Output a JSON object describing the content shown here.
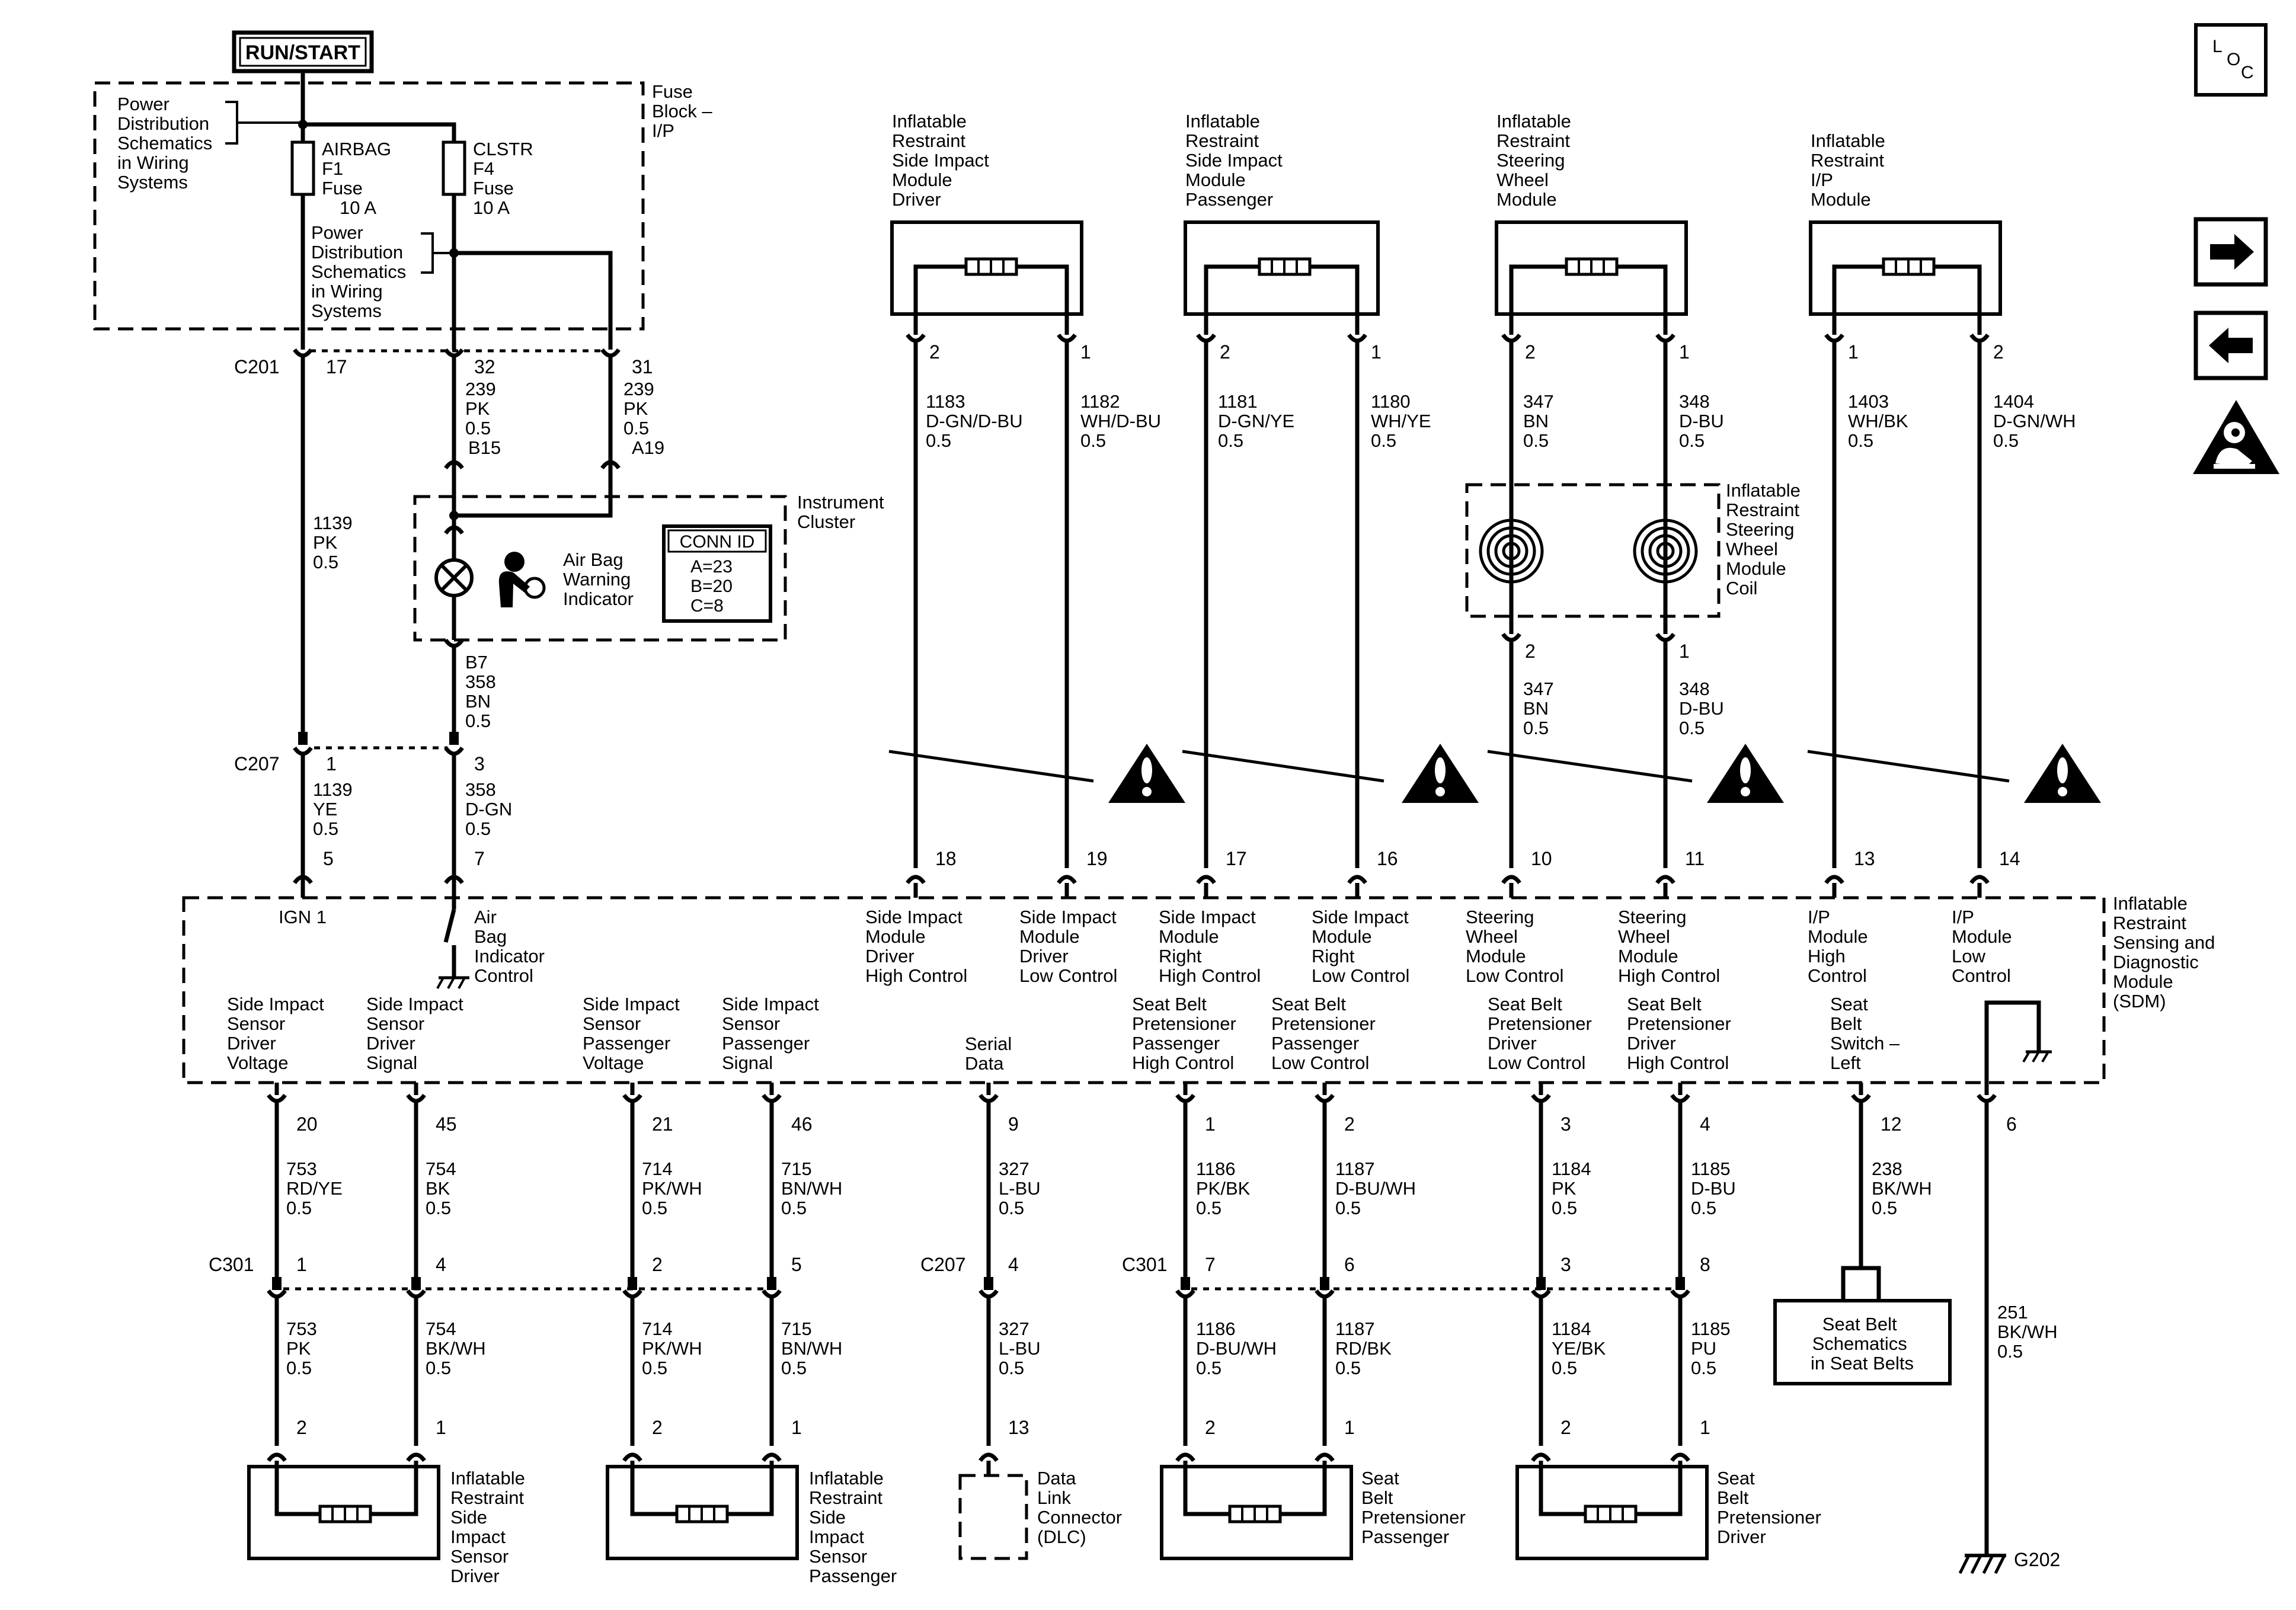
{
  "power": {
    "run_start": "RUN/START",
    "pds_note_1": [
      "Power",
      "Distribution",
      "Schematics",
      "in Wiring",
      "Systems"
    ],
    "pds_note_2": [
      "Power",
      "Distribution",
      "Schematics",
      "in Wiring",
      "Systems"
    ],
    "fuse_block": [
      "Fuse",
      "Block –",
      "I/P"
    ],
    "fuse_airbag": [
      "AIRBAG",
      "F1",
      "Fuse",
      "10 A"
    ],
    "fuse_clstr": [
      "CLSTR",
      "F4",
      "Fuse",
      "10 A"
    ]
  },
  "connectors": {
    "c201": "C201",
    "c201_17": "17",
    "c201_32": "32",
    "c201_31": "31",
    "c207_top": "C207",
    "c207_1": "1",
    "c207_3": "3",
    "c301_left": "C301",
    "c301_right": "C301",
    "c207_bottom": "C207",
    "b15": "B15",
    "a19": "A19",
    "b7": "B7"
  },
  "wires": {
    "w239a": [
      "239",
      "PK",
      "0.5"
    ],
    "w239b": [
      "239",
      "PK",
      "0.5"
    ],
    "w1139": [
      "1139",
      "PK",
      "0.5"
    ],
    "w358": [
      "358",
      "BN",
      "0.5"
    ],
    "w1139ye": [
      "1139",
      "YE",
      "0.5"
    ],
    "w358dgn": [
      "358",
      "D-GN",
      "0.5"
    ],
    "w1183": [
      "1183",
      "D-GN/D-BU",
      "0.5"
    ],
    "w1182": [
      "1182",
      "WH/D-BU",
      "0.5"
    ],
    "w1181": [
      "1181",
      "D-GN/YE",
      "0.5"
    ],
    "w1180": [
      "1180",
      "WH/YE",
      "0.5"
    ],
    "w347a": [
      "347",
      "BN",
      "0.5"
    ],
    "w348a": [
      "348",
      "D-BU",
      "0.5"
    ],
    "w1403": [
      "1403",
      "WH/BK",
      "0.5"
    ],
    "w1404": [
      "1404",
      "D-GN/WH",
      "0.5"
    ],
    "w347b": [
      "347",
      "BN",
      "0.5"
    ],
    "w348b": [
      "348",
      "D-BU",
      "0.5"
    ],
    "w753a": [
      "753",
      "RD/YE",
      "0.5"
    ],
    "w754a": [
      "754",
      "BK",
      "0.5"
    ],
    "w714a": [
      "714",
      "PK/WH",
      "0.5"
    ],
    "w715a": [
      "715",
      "BN/WH",
      "0.5"
    ],
    "w327a": [
      "327",
      "L-BU",
      "0.5"
    ],
    "w1186a": [
      "1186",
      "PK/BK",
      "0.5"
    ],
    "w1187a": [
      "1187",
      "D-BU/WH",
      "0.5"
    ],
    "w1184a": [
      "1184",
      "PK",
      "0.5"
    ],
    "w1185a": [
      "1185",
      "D-BU",
      "0.5"
    ],
    "w238": [
      "238",
      "BK/WH",
      "0.5"
    ],
    "w251": [
      "251",
      "BK/WH",
      "0.5"
    ],
    "w753b": [
      "753",
      "PK",
      "0.5"
    ],
    "w754b": [
      "754",
      "BK/WH",
      "0.5"
    ],
    "w714b": [
      "714",
      "PK/WH",
      "0.5"
    ],
    "w715b": [
      "715",
      "BN/WH",
      "0.5"
    ],
    "w327b": [
      "327",
      "L-BU",
      "0.5"
    ],
    "w1186b": [
      "1186",
      "D-BU/WH",
      "0.5"
    ],
    "w1187b": [
      "1187",
      "RD/BK",
      "0.5"
    ],
    "w1184b": [
      "1184",
      "YE/BK",
      "0.5"
    ],
    "w1185b": [
      "1185",
      "PU",
      "0.5"
    ]
  },
  "cluster": {
    "label": [
      "Instrument",
      "Cluster"
    ],
    "indicator": [
      "Air Bag",
      "Warning",
      "Indicator"
    ],
    "conn_id_title": "CONN ID",
    "conn_id_values": [
      "A=23",
      "B=20",
      "C=8"
    ]
  },
  "modules_top": {
    "driver_side": [
      "Inflatable",
      "Restraint",
      "Side Impact",
      "Module",
      "Driver"
    ],
    "passenger_side": [
      "Inflatable",
      "Restraint",
      "Side Impact",
      "Module",
      "Passenger"
    ],
    "steering": [
      "Inflatable",
      "Restraint",
      "Steering",
      "Wheel",
      "Module"
    ],
    "ip": [
      "Inflatable",
      "Restraint",
      "I/P",
      "Module"
    ],
    "coil": [
      "Inflatable",
      "Restraint",
      "Steering",
      "Wheel",
      "Module",
      "Coil"
    ]
  },
  "top_pins": {
    "m1a": "2",
    "m1b": "1",
    "m2a": "2",
    "m2b": "1",
    "m3a": "2",
    "m3b": "1",
    "m4a": "1",
    "m4b": "2",
    "coil_a": "2",
    "coil_b": "1"
  },
  "sdm": {
    "name": [
      "Inflatable",
      "Restraint",
      "Sensing and",
      "Diagnostic",
      "Module",
      "(SDM)"
    ],
    "top_pins": [
      "5",
      "7",
      "18",
      "19",
      "17",
      "16",
      "10",
      "11",
      "13",
      "14"
    ],
    "ign": "IGN 1",
    "airbag_ctrl": [
      "Air",
      "Bag",
      "Indicator",
      "Control"
    ],
    "t18": [
      "Side Impact",
      "Module",
      "Driver",
      "High Control"
    ],
    "t19": [
      "Side Impact",
      "Module",
      "Driver",
      "Low Control"
    ],
    "t17": [
      "Side Impact",
      "Module",
      "Right",
      "High Control"
    ],
    "t16": [
      "Side Impact",
      "Module",
      "Right",
      "Low Control"
    ],
    "t10": [
      "Steering",
      "Wheel",
      "Module",
      "Low Control"
    ],
    "t11": [
      "Steering",
      "Wheel",
      "Module",
      "High Control"
    ],
    "t13": [
      "I/P",
      "Module",
      "High",
      "Control"
    ],
    "t14": [
      "I/P",
      "Module",
      "Low",
      "Control"
    ],
    "b20": [
      "Side Impact",
      "Sensor",
      "Driver",
      "Voltage"
    ],
    "b45": [
      "Side Impact",
      "Sensor",
      "Driver",
      "Signal"
    ],
    "b21": [
      "Side Impact",
      "Sensor",
      "Passenger",
      "Voltage"
    ],
    "b46": [
      "Side Impact",
      "Sensor",
      "Passenger",
      "Signal"
    ],
    "b9": [
      "Serial",
      "Data"
    ],
    "b1": [
      "Seat Belt",
      "Pretensioner",
      "Passenger",
      "High Control"
    ],
    "b2": [
      "Seat Belt",
      "Pretensioner",
      "Passenger",
      "Low Control"
    ],
    "b3": [
      "Seat Belt",
      "Pretensioner",
      "Driver",
      "Low Control"
    ],
    "b4": [
      "Seat Belt",
      "Pretensioner",
      "Driver",
      "High Control"
    ],
    "b12": [
      "Seat",
      "Belt",
      "Switch –",
      "Left"
    ],
    "bottom_pins": [
      "20",
      "45",
      "21",
      "46",
      "9",
      "1",
      "2",
      "3",
      "4",
      "12",
      "6"
    ]
  },
  "c301_pins": [
    "1",
    "4",
    "2",
    "5",
    "4",
    "7",
    "6",
    "3",
    "8"
  ],
  "bottom_module_pins": [
    "2",
    "1",
    "2",
    "1",
    "13",
    "2",
    "1",
    "2",
    "1"
  ],
  "modules_bottom": {
    "sensor_driver": [
      "Inflatable",
      "Restraint",
      "Side",
      "Impact",
      "Sensor",
      "Driver"
    ],
    "sensor_passenger": [
      "Inflatable",
      "Restraint",
      "Side",
      "Impact",
      "Sensor",
      "Passenger"
    ],
    "dlc": [
      "Data",
      "Link",
      "Connector",
      "(DLC)"
    ],
    "pret_passenger": [
      "Seat",
      "Belt",
      "Pretensioner",
      "Passenger"
    ],
    "pret_driver": [
      "Seat",
      "Belt",
      "Pretensioner",
      "Driver"
    ],
    "seatbelt_schem": [
      "Seat Belt",
      "Schematics",
      "in Seat Belts"
    ],
    "g202": "G202"
  },
  "nav": {
    "loc": [
      "L",
      "O",
      "C"
    ]
  }
}
